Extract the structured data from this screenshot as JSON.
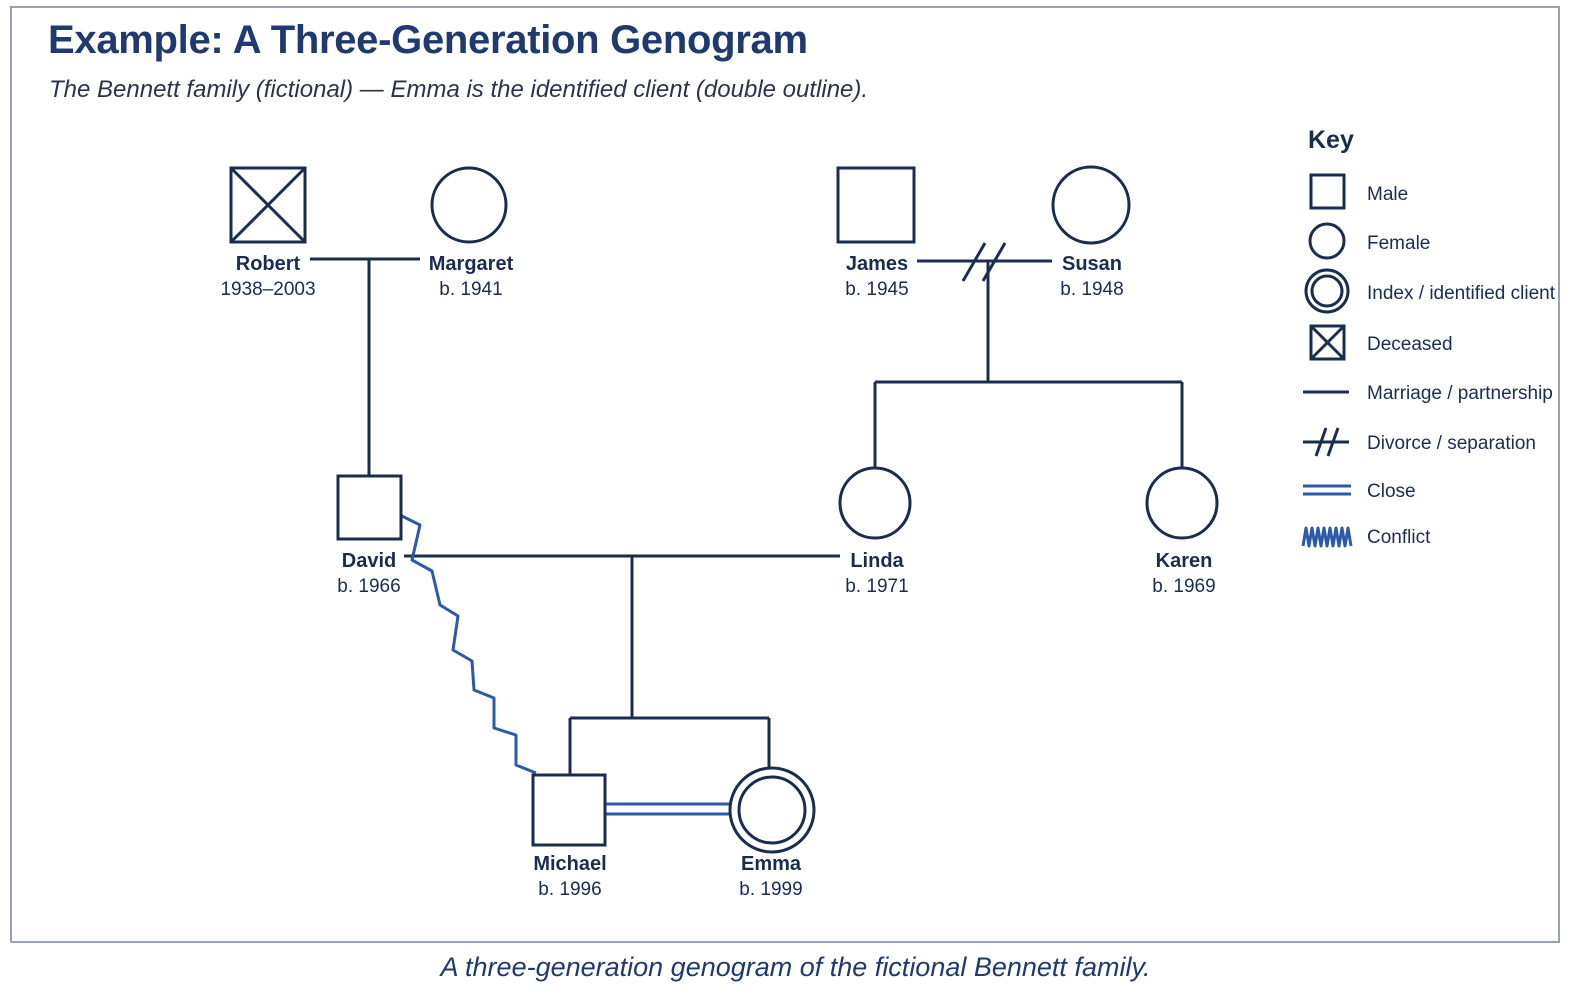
{
  "title": "Example: A Three-Generation Genogram",
  "subtitle": "The Bennett family (fictional) — Emma is the identified client (double outline).",
  "caption": "A three-generation genogram of the fictional Bennett family.",
  "colors": {
    "ink": "#1b2d4f",
    "accent_blue": "#2a5aa8",
    "title_blue": "#1e3a6e"
  },
  "people": {
    "robert": {
      "name": "Robert",
      "years": "1938–2003",
      "sex": "male",
      "deceased": true
    },
    "margaret": {
      "name": "Margaret",
      "years": "b. 1941",
      "sex": "female"
    },
    "james": {
      "name": "James",
      "years": "b. 1945",
      "sex": "male"
    },
    "susan": {
      "name": "Susan",
      "years": "b. 1948",
      "sex": "female"
    },
    "david": {
      "name": "David",
      "years": "b. 1966",
      "sex": "male"
    },
    "linda": {
      "name": "Linda",
      "years": "b. 1971",
      "sex": "female"
    },
    "karen": {
      "name": "Karen",
      "years": "b. 1969",
      "sex": "female"
    },
    "michael": {
      "name": "Michael",
      "years": "b. 1996",
      "sex": "male"
    },
    "emma": {
      "name": "Emma",
      "years": "b. 1999",
      "sex": "female",
      "index_client": true
    }
  },
  "relationships": [
    {
      "type": "marriage",
      "between": [
        "Robert",
        "Margaret"
      ]
    },
    {
      "type": "divorce",
      "between": [
        "James",
        "Susan"
      ]
    },
    {
      "type": "marriage",
      "between": [
        "David",
        "Linda"
      ]
    },
    {
      "type": "conflict",
      "between": [
        "David",
        "Michael"
      ]
    },
    {
      "type": "close",
      "between": [
        "Michael",
        "Emma"
      ]
    }
  ],
  "key": {
    "title": "Key",
    "items": [
      {
        "icon": "male-square-icon",
        "label": "Male"
      },
      {
        "icon": "female-circle-icon",
        "label": "Female"
      },
      {
        "icon": "index-double-circle-icon",
        "label": "Index / identified client"
      },
      {
        "icon": "deceased-crossed-square-icon",
        "label": "Deceased"
      },
      {
        "icon": "marriage-line-icon",
        "label": "Marriage / partnership"
      },
      {
        "icon": "divorce-slash-icon",
        "label": "Divorce / separation"
      },
      {
        "icon": "close-double-line-icon",
        "label": "Close"
      },
      {
        "icon": "conflict-zigzag-icon",
        "label": "Conflict"
      }
    ]
  }
}
